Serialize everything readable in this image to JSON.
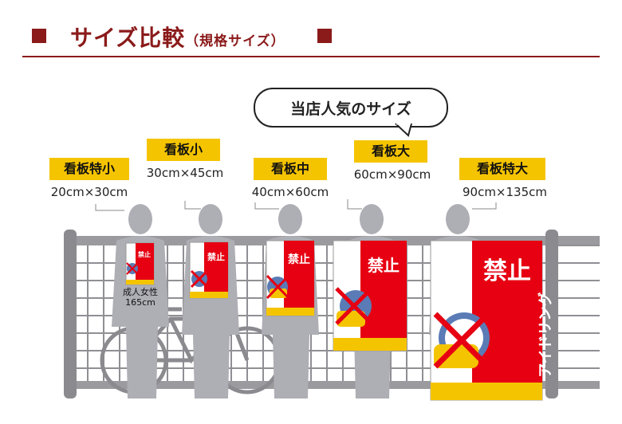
{
  "header": {
    "title": "サイズ比較",
    "subtitle": "（規格サイズ）"
  },
  "popular_note": "当店人気のサイズ",
  "sizes": [
    {
      "name": "看板特小",
      "dims": "20cm×30cm"
    },
    {
      "name": "看板小",
      "dims": "30cm×45cm"
    },
    {
      "name": "看板中",
      "dims": "40cm×60cm"
    },
    {
      "name": "看板大",
      "dims": "60cm×90cm"
    },
    {
      "name": "看板特大",
      "dims": "90cm×135cm"
    }
  ],
  "sign_text": {
    "line1": "アイドリング",
    "line2": "禁止"
  },
  "adult_caption": {
    "line1": "成人女性",
    "line2": "165cm"
  },
  "colors": {
    "accent": "#8b1a1a",
    "label_bg": "#f5c400",
    "sign_red": "#e60012",
    "silhouette": "#aeaeb5",
    "fence": "#8f8f94"
  }
}
